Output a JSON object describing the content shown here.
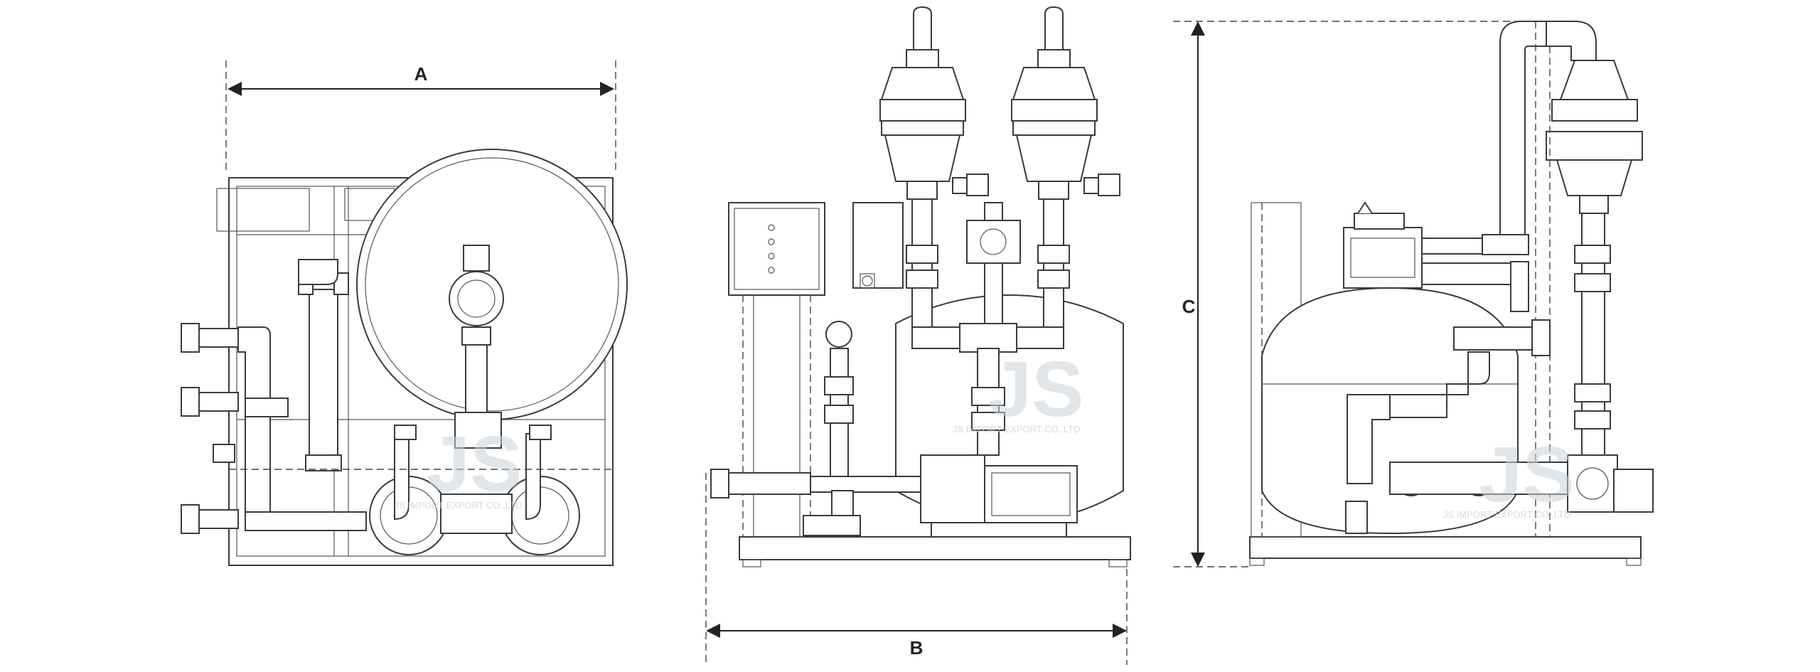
{
  "dimension_labels": {
    "width": "A",
    "depth": "B",
    "height": "C"
  },
  "watermark": {
    "logo": "JS",
    "company": "JS IMPORT EXPORT CO.,LTD"
  },
  "views": [
    "top-view",
    "front-view",
    "side-view"
  ]
}
